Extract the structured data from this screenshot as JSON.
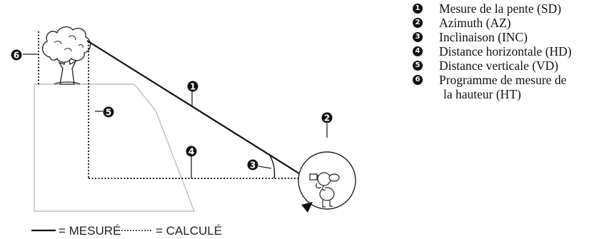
{
  "diagram": {
    "markers": [
      "1",
      "2",
      "3",
      "4",
      "5",
      "6"
    ],
    "key": {
      "measured_label": "= MESURÉ",
      "calculated_label": "= CALCULÉ"
    }
  },
  "legend": {
    "items": [
      {
        "number": "1",
        "text": "Mesure de la pente (SD)"
      },
      {
        "number": "2",
        "text": "Azimuth (AZ)"
      },
      {
        "number": "3",
        "text": "Inclinaison (INC)"
      },
      {
        "number": "4",
        "text": "Distance horizontale (HD)"
      },
      {
        "number": "5",
        "text": "Distance verticale (VD)"
      },
      {
        "number": "6",
        "text": "Programme de mesure de",
        "text_line2": "la hauteur (HT)"
      }
    ]
  }
}
